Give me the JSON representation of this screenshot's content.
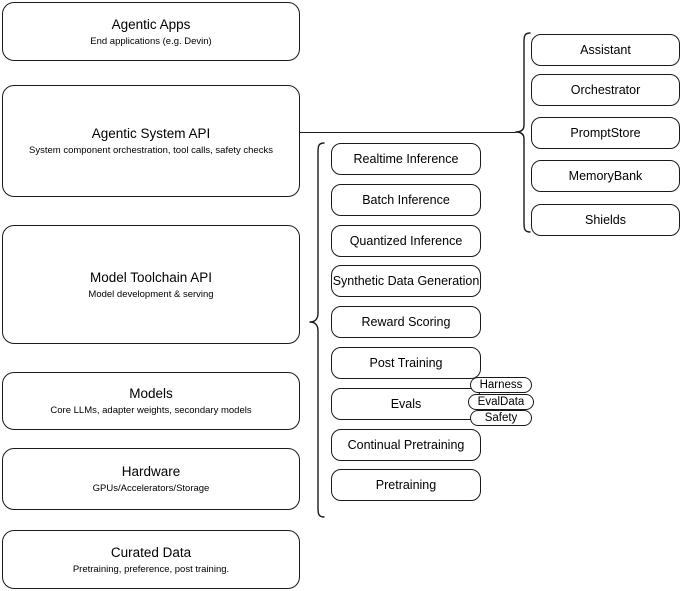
{
  "diagram": {
    "type": "layered-architecture-diagram",
    "background_color": "#ffffff",
    "stroke_color": "#1a1a1a",
    "layers": [
      {
        "name": "agentic-apps",
        "title": "Agentic Apps",
        "subtitle": "End applications (e.g. Devin)"
      },
      {
        "name": "agentic-system-api",
        "title": "Agentic System API",
        "subtitle": "System component orchestration, tool calls, safety checks"
      },
      {
        "name": "model-toolchain-api",
        "title": "Model Toolchain API",
        "subtitle": "Model development & serving"
      },
      {
        "name": "models",
        "title": "Models",
        "subtitle": "Core LLMs, adapter weights, secondary models"
      },
      {
        "name": "hardware",
        "title": "Hardware",
        "subtitle": "GPUs/Accelerators/Storage"
      },
      {
        "name": "curated-data",
        "title": "Curated Data",
        "subtitle": "Pretraining, preference, post training."
      }
    ],
    "toolchain_capabilities": [
      {
        "name": "realtime-inference",
        "label": "Realtime Inference"
      },
      {
        "name": "batch-inference",
        "label": "Batch Inference"
      },
      {
        "name": "quantized-inference",
        "label": "Quantized Inference"
      },
      {
        "name": "synthetic-data-generation",
        "label": "Synthetic Data Generation"
      },
      {
        "name": "reward-scoring",
        "label": "Reward Scoring"
      },
      {
        "name": "post-training",
        "label": "Post Training"
      },
      {
        "name": "evals",
        "label": "Evals"
      },
      {
        "name": "continual-pretraining",
        "label": "Continual Pretraining"
      },
      {
        "name": "pretraining",
        "label": "Pretraining"
      }
    ],
    "system_components": [
      {
        "name": "assistant",
        "label": "Assistant"
      },
      {
        "name": "orchestrator",
        "label": "Orchestrator"
      },
      {
        "name": "promptstore",
        "label": "PromptStore"
      },
      {
        "name": "memorybank",
        "label": "MemoryBank"
      },
      {
        "name": "shields",
        "label": "Shields"
      }
    ],
    "evals_badges": [
      {
        "name": "harness",
        "label": "Harness"
      },
      {
        "name": "evaldata",
        "label": "EvalData"
      },
      {
        "name": "safety",
        "label": "Safety"
      }
    ]
  }
}
